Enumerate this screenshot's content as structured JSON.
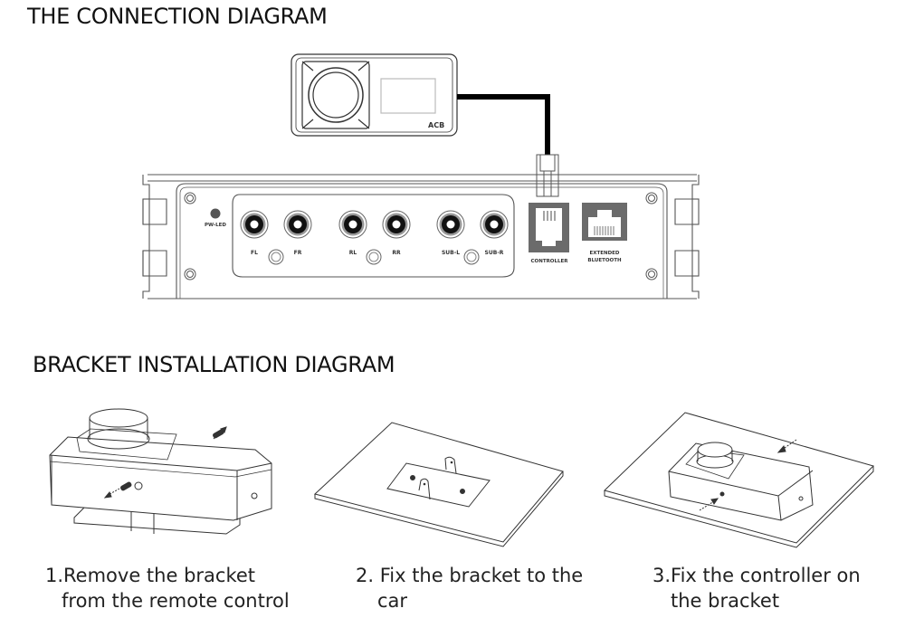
{
  "connection_section": {
    "title": "THE CONNECTION DIAGRAM",
    "controller": {
      "brand_mark": "ACB"
    },
    "amplifier": {
      "led_label": "PW-LED",
      "rca_outputs": [
        "FL",
        "FR",
        "RL",
        "RR",
        "SUB-L",
        "SUB-R"
      ],
      "ports": [
        {
          "label": "CONTROLLER"
        },
        {
          "label_line1": "EXTENDED",
          "label_line2": "BLUETOOTH"
        }
      ]
    }
  },
  "bracket_section": {
    "title": "BRACKET INSTALLATION DIAGRAM",
    "steps": [
      {
        "line1": "1.Remove the bracket",
        "line2": "from the remote control"
      },
      {
        "line1": "2. Fix the bracket to the",
        "line2": "car"
      },
      {
        "line1": "3.Fix the controller on",
        "line2": "the bracket"
      }
    ]
  },
  "colors": {
    "line": "#333333",
    "port_fill": "#6b6b6b",
    "led": "#555555",
    "cable": "#000000"
  }
}
